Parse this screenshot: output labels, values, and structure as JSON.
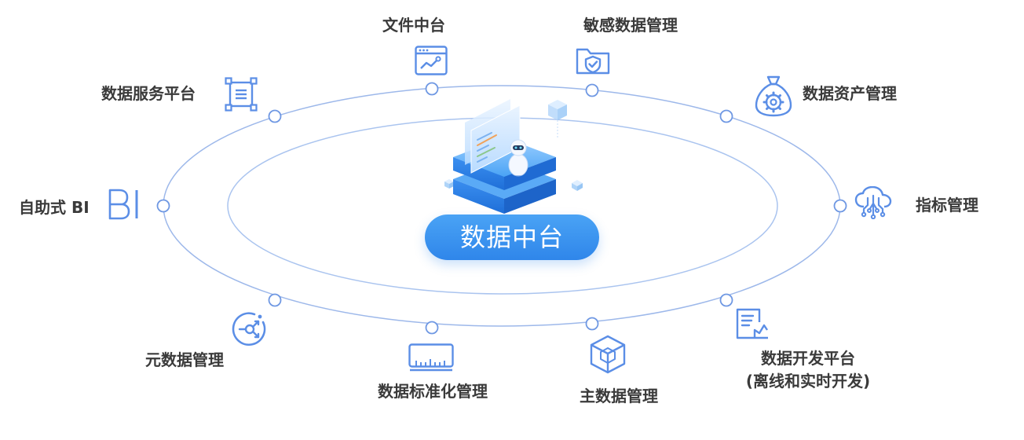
{
  "diagram": {
    "center": {
      "title": "数据中台"
    },
    "modules": {
      "file_platform": "文件中台",
      "sensitive_data": "敏感数据管理",
      "data_service": "数据服务平台",
      "data_asset": "数据资产管理",
      "self_service_bi": "自助式 BI",
      "metrics": "指标管理",
      "metadata": "元数据管理",
      "standardization": "数据标准化管理",
      "master_data": "主数据管理",
      "dev_platform_line1": "数据开发平台",
      "dev_platform_line2": "(离线和实时开发)"
    },
    "icons": {
      "file_platform": "browser-chart-icon",
      "sensitive_data": "shield-folder-icon",
      "data_service": "frame-list-icon",
      "data_asset": "money-bag-gear-icon",
      "self_service_bi": "bi-letters-icon",
      "metrics": "cloud-network-icon",
      "metadata": "circular-share-icon",
      "standardization": "ruler-icon",
      "master_data": "cube-icon",
      "dev_platform": "document-chart-icon"
    },
    "colors": {
      "accent": "#2f86ea",
      "icon": "#5b8ee6",
      "orbit": "#9db8ea",
      "label": "#3a3a3a"
    }
  }
}
